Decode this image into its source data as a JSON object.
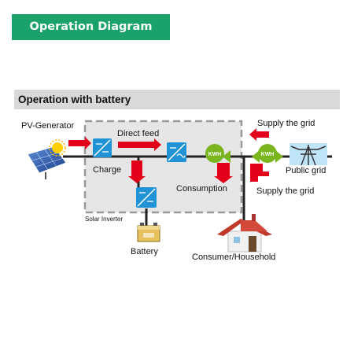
{
  "header": {
    "title": "Operation Diagram"
  },
  "section": {
    "title": "Operation with battery"
  },
  "labels": {
    "pv_generator": "PV-Generator",
    "direct_feed": "Direct feed",
    "charge": "Charge",
    "consumption": "Consumption",
    "solar_inverter": "Solar Inverter",
    "battery": "Battery",
    "consumer_household": "Consumer/Household",
    "supply_grid_top": "Supply the grid",
    "supply_grid_bottom": "Supply the grid",
    "public_grid": "Public grid",
    "meter_1": "KWH",
    "meter_2": "KWH"
  },
  "colors": {
    "header_green": "#1ba26a",
    "section_gray": "#d9d9d9",
    "arrow_red": "#e2001a",
    "meter_green": "#7ab51d",
    "converter_blue": "#1f93d6"
  }
}
